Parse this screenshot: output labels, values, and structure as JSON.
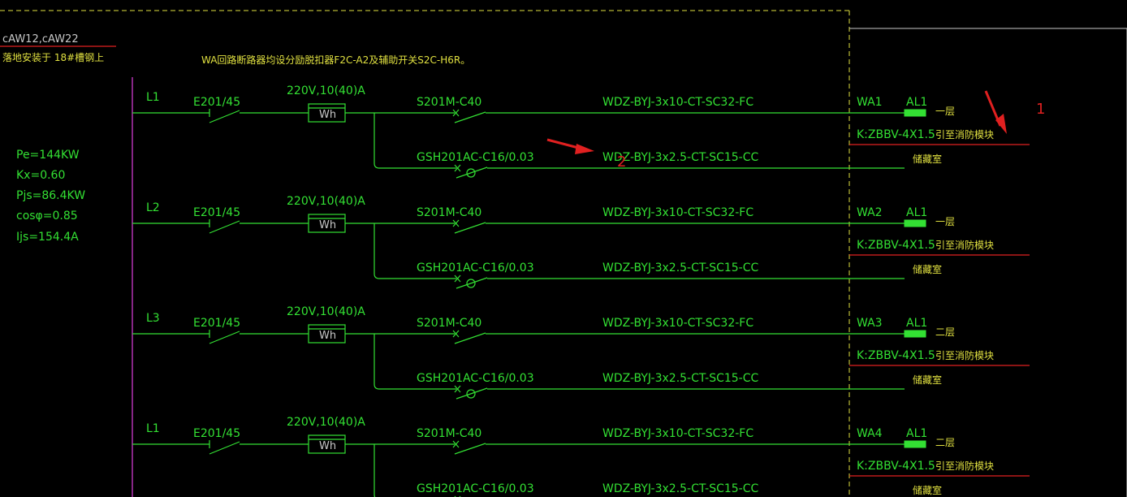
{
  "header": {
    "cabinet_ids": "cAW12,cAW22",
    "mount_note": "落地安装于 18#槽钢上",
    "breaker_note": "WA回路断路器均设分励脱扣器F2C-A2及辅助开关S2C-H6R。"
  },
  "load_calc": {
    "pe": "Pe=144KW",
    "kx": "Kx=0.60",
    "pjs": "Pjs=86.4KW",
    "cos": "cosφ=0.85",
    "ijs": "Ijs=154.4A"
  },
  "circuits": [
    {
      "phase": "L1",
      "main_breaker": "E201/45",
      "meter": "220V,10(40)A",
      "meter_symbol": "Wh",
      "branch_breaker": "S201M-C40",
      "branch_cable": "WDZ-BYJ-3x10-CT-SC32-FC",
      "circuit_id": "WA1",
      "panel": "AL1",
      "floor": "一层",
      "control_cable": "K:ZBBV-4X1.5",
      "control_note": "引至消防模块",
      "rcd_breaker": "GSH201AC-C16/0.03",
      "rcd_cable": "WDZ-BYJ-3x2.5-CT-SC15-CC",
      "room": "储藏室"
    },
    {
      "phase": "L2",
      "main_breaker": "E201/45",
      "meter": "220V,10(40)A",
      "meter_symbol": "Wh",
      "branch_breaker": "S201M-C40",
      "branch_cable": "WDZ-BYJ-3x10-CT-SC32-FC",
      "circuit_id": "WA2",
      "panel": "AL1",
      "floor": "一层",
      "control_cable": "K:ZBBV-4X1.5",
      "control_note": "引至消防模块",
      "rcd_breaker": "GSH201AC-C16/0.03",
      "rcd_cable": "WDZ-BYJ-3x2.5-CT-SC15-CC",
      "room": "储藏室"
    },
    {
      "phase": "L3",
      "main_breaker": "E201/45",
      "meter": "220V,10(40)A",
      "meter_symbol": "Wh",
      "branch_breaker": "S201M-C40",
      "branch_cable": "WDZ-BYJ-3x10-CT-SC32-FC",
      "circuit_id": "WA3",
      "panel": "AL1",
      "floor": "二层",
      "control_cable": "K:ZBBV-4X1.5",
      "control_note": "引至消防模块",
      "rcd_breaker": "GSH201AC-C16/0.03",
      "rcd_cable": "WDZ-BYJ-3x2.5-CT-SC15-CC",
      "room": "储藏室"
    },
    {
      "phase": "L1",
      "main_breaker": "E201/45",
      "meter": "220V,10(40)A",
      "meter_symbol": "Wh",
      "branch_breaker": "S201M-C40",
      "branch_cable": "WDZ-BYJ-3x10-CT-SC32-FC",
      "circuit_id": "WA4",
      "panel": "AL1",
      "floor": "二层",
      "control_cable": "K:ZBBV-4X1.5",
      "control_note": "引至消防模块",
      "rcd_breaker": "GSH201AC-C16/0.03",
      "rcd_cable": "WDZ-BYJ-3x2.5-CT-SC15-CC",
      "room": "储藏室"
    }
  ],
  "markup": {
    "label_1": "1",
    "label_2": "2"
  },
  "colors": {
    "background": "#000000",
    "line": "#33e033",
    "busbar": "#e040e0",
    "boundary": "#e0e040",
    "markup": "#e02020"
  }
}
